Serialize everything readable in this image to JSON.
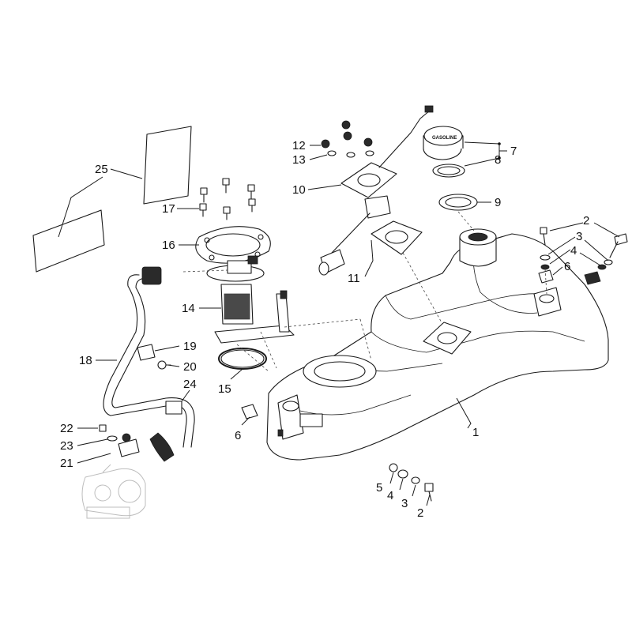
{
  "diagram": {
    "callouts": [
      {
        "id": "c1",
        "label": "1"
      },
      {
        "id": "c2a",
        "label": "2"
      },
      {
        "id": "c2b",
        "label": "2"
      },
      {
        "id": "c3a",
        "label": "3"
      },
      {
        "id": "c3b",
        "label": "3"
      },
      {
        "id": "c4a",
        "label": "4"
      },
      {
        "id": "c4b",
        "label": "4"
      },
      {
        "id": "c5",
        "label": "5"
      },
      {
        "id": "c6a",
        "label": "6"
      },
      {
        "id": "c6b",
        "label": "6"
      },
      {
        "id": "c7",
        "label": "7"
      },
      {
        "id": "c8",
        "label": "8"
      },
      {
        "id": "c9",
        "label": "9"
      },
      {
        "id": "c10",
        "label": "10"
      },
      {
        "id": "c11",
        "label": "11"
      },
      {
        "id": "c12",
        "label": "12"
      },
      {
        "id": "c13",
        "label": "13"
      },
      {
        "id": "c14",
        "label": "14"
      },
      {
        "id": "c15",
        "label": "15"
      },
      {
        "id": "c16",
        "label": "16"
      },
      {
        "id": "c17",
        "label": "17"
      },
      {
        "id": "c18",
        "label": "18"
      },
      {
        "id": "c19",
        "label": "19"
      },
      {
        "id": "c20",
        "label": "20"
      },
      {
        "id": "c21",
        "label": "21"
      },
      {
        "id": "c22",
        "label": "22"
      },
      {
        "id": "c23",
        "label": "23"
      },
      {
        "id": "c24",
        "label": "24"
      },
      {
        "id": "c25",
        "label": "25"
      }
    ],
    "cap_text": "GASOLINE",
    "colors": {
      "line": "#1a1a1a",
      "ghost": "#bdbdbd",
      "background": "#ffffff"
    }
  }
}
